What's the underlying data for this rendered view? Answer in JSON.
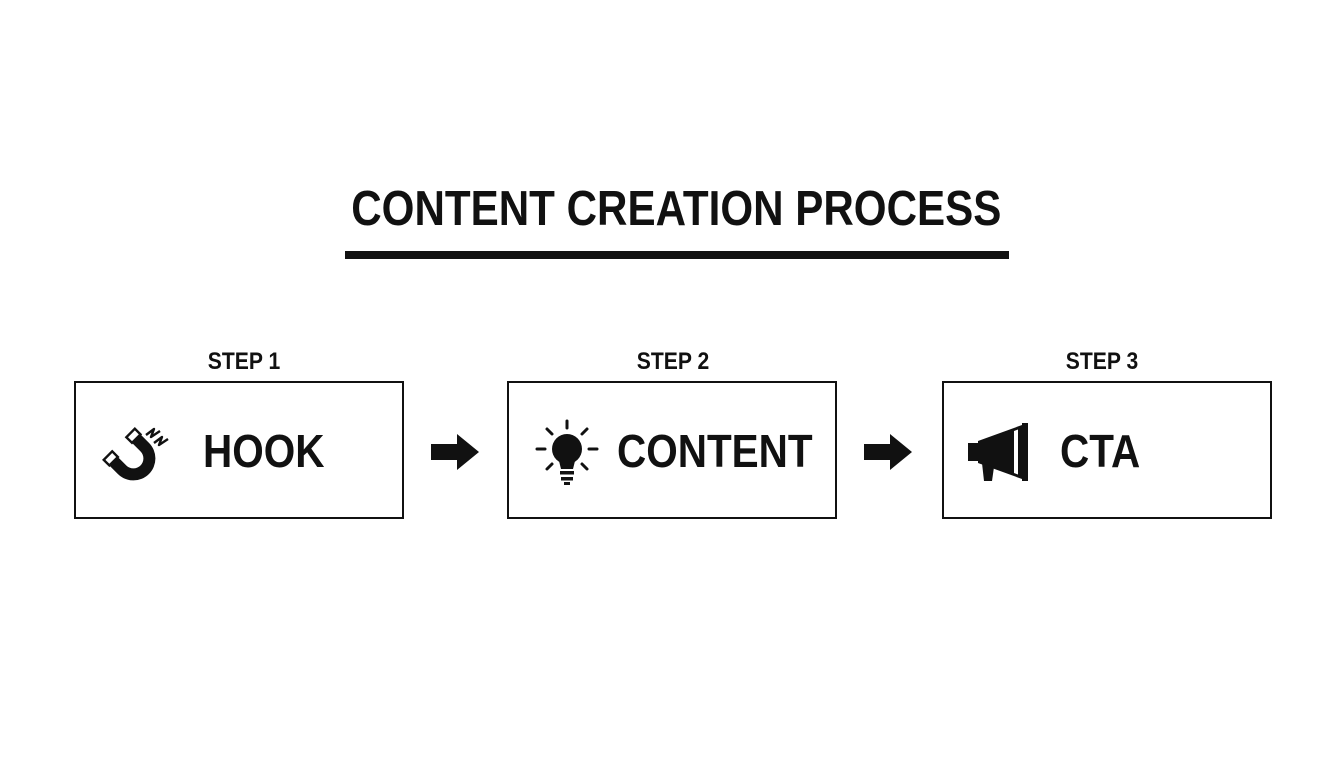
{
  "title": "CONTENT CREATION PROCESS",
  "steps": [
    {
      "label": "STEP 1",
      "name": "HOOK",
      "icon": "magnet-icon"
    },
    {
      "label": "STEP 2",
      "name": "CONTENT",
      "icon": "lightbulb-icon"
    },
    {
      "label": "STEP 3",
      "name": "CTA",
      "icon": "megaphone-icon"
    }
  ],
  "colors": {
    "ink": "#111111",
    "background": "#ffffff"
  }
}
